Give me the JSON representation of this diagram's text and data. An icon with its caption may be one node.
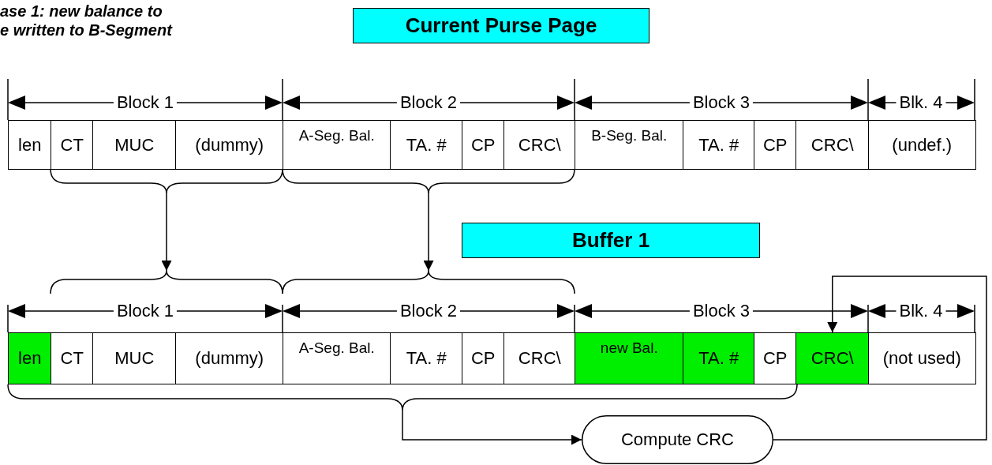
{
  "diagram": {
    "nodes": [
      {
        "text": [
          "Current Purse Page"
        ]
      },
      {
        "text": [
          "len"
        ]
      },
      {
        "text": [
          "CT"
        ]
      },
      {
        "text": [
          "MUC"
        ]
      },
      {
        "text": [
          "(dummy)"
        ]
      },
      {
        "text": [
          "A-Seg. Bal."
        ]
      },
      {
        "text": [
          "TA. #"
        ]
      },
      {
        "text": [
          "CP"
        ]
      },
      {
        "text": [
          "CRC\\"
        ]
      },
      {
        "text": [
          "B-Seg. Bal."
        ]
      },
      {
        "text": [
          "TA. #"
        ]
      },
      {
        "text": [
          "CP"
        ]
      },
      {
        "text": [
          "CRC\\"
        ]
      },
      {
        "text": [
          "(undef.)"
        ]
      },
      {
        "text": [],
        "shape": "brace"
      },
      {
        "text": [],
        "shape": "brace"
      },
      {
        "text": [
          "Buffer 1"
        ]
      },
      {
        "text": [],
        "shape": "brace"
      },
      {
        "text": [],
        "shape": "brace"
      },
      {
        "text": [
          "len"
        ]
      },
      {
        "text": [
          "CT"
        ]
      },
      {
        "text": [
          "MUC"
        ]
      },
      {
        "text": [
          "(dummy)"
        ]
      },
      {
        "text": [
          "A-Seg. Bal."
        ]
      },
      {
        "text": [
          "TA. #"
        ]
      },
      {
        "text": [
          "CP"
        ]
      },
      {
        "text": [
          "CRC\\"
        ]
      },
      {
        "text": [
          "new Bal."
        ]
      },
      {
        "text": [
          "TA. #"
        ]
      },
      {
        "text": [
          "CP"
        ]
      },
      {
        "text": [
          "CRC\\"
        ]
      },
      {
        "text": [
          "(not used)"
        ]
      },
      {
        "text": [],
        "shape": "brace"
      },
      {
        "text": [
          "Compute CRC"
        ]
      }
    ],
    "edges": [
      {
        "from": 14,
        "to": 17,
        "arrow": "to"
      },
      {
        "from": 15,
        "to": 18,
        "arrow": "to"
      },
      {
        "from": 32,
        "to": 33,
        "arrow": "to"
      },
      {
        "from": 33,
        "to": 30,
        "arrow": "to"
      }
    ],
    "labels": [
      "ase 1: new balance to e written to B-Segment",
      "Block 1",
      "Block 2",
      "Block 3",
      "Blk. 4",
      "Block 1",
      "Block 2",
      "Block 3",
      "Blk. 4"
    ]
  }
}
